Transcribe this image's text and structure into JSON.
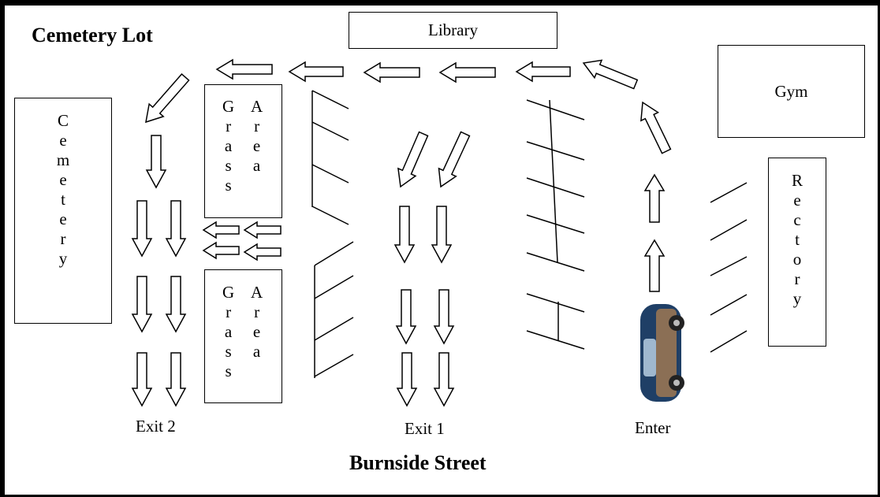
{
  "title": "Cemetery Lot",
  "street": "Burnside Street",
  "buildings": {
    "library": "Library",
    "gym": "Gym",
    "cemetery": "Cemetery",
    "rectory": "Rectory"
  },
  "grass_areas": [
    {
      "col1": [
        "G",
        "r",
        "a",
        "s",
        "s"
      ],
      "col2": [
        "A",
        "r",
        "e",
        "a"
      ]
    },
    {
      "col1": [
        "G",
        "r",
        "a",
        "s",
        "s"
      ],
      "col2": [
        "A",
        "r",
        "e",
        "a"
      ]
    }
  ],
  "exits": {
    "exit2": "Exit 2",
    "exit1": "Exit 1",
    "enter": "Enter"
  },
  "icons": {
    "car": "car-icon",
    "arrow": "arrow-icon"
  },
  "colors": {
    "line": "#000000",
    "background": "#ffffff",
    "car_body": "#1f3f66",
    "car_side": "#8b6f55"
  }
}
